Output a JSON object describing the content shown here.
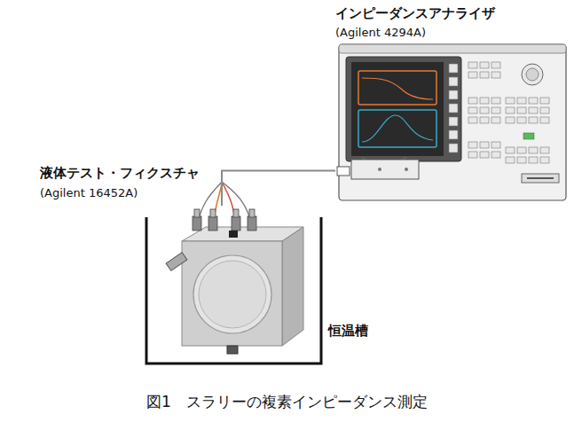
{
  "diagram": {
    "caption": "図1　スラリーの複素インピーダンス測定",
    "nodes": [
      {
        "text": [
          "インピーダンスアナライザ",
          "(Agilent 4294A)"
        ]
      },
      {
        "text": [
          "恒温槽"
        ]
      },
      {
        "text": [
          "液体テスト・フィクスチャ",
          "(Agilent 16452A)"
        ],
        "in": 1
      }
    ],
    "edges": [
      {
        "from": 2,
        "to": 0,
        "arrow": "none"
      }
    ]
  }
}
